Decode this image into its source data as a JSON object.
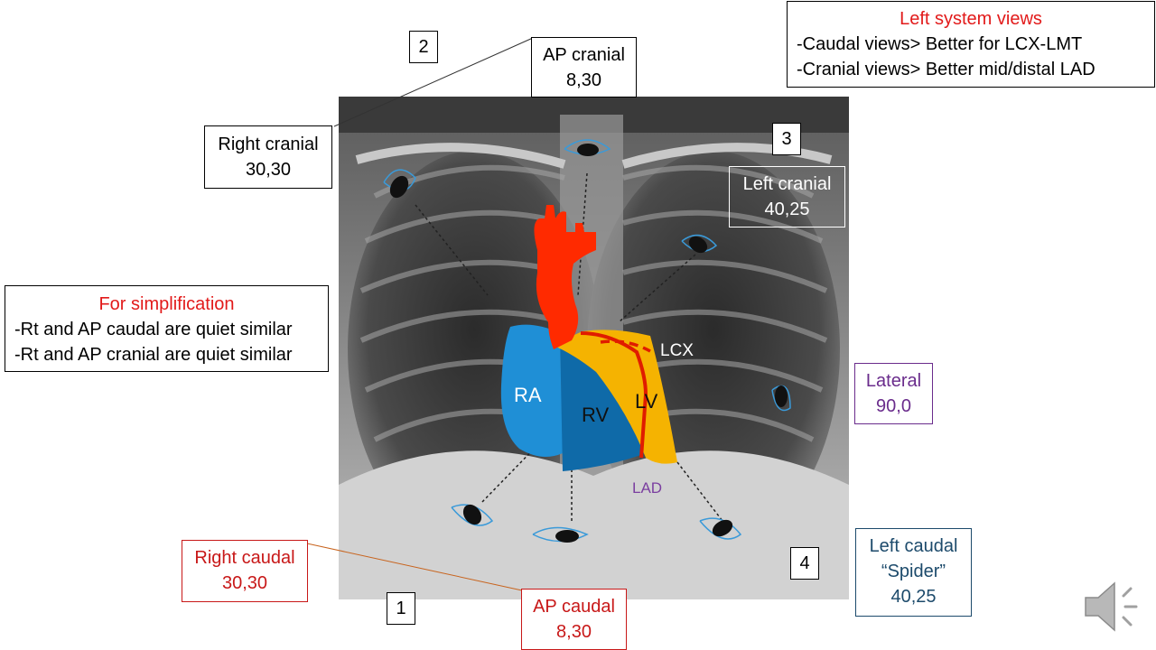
{
  "labels": {
    "ap_cranial": {
      "name": "AP cranial",
      "angles": "8,30"
    },
    "right_cranial": {
      "name": "Right cranial",
      "angles": "30,30"
    },
    "left_cranial": {
      "name": "Left cranial",
      "angles": "40,25"
    },
    "lateral": {
      "name": "Lateral",
      "angles": "90,0"
    },
    "right_caudal": {
      "name": "Right caudal",
      "angles": "30,30"
    },
    "ap_caudal": {
      "name": "AP caudal",
      "angles": "8,30"
    },
    "left_caudal": {
      "name": "Left caudal",
      "nickname": "“Spider”",
      "angles": "40,25"
    }
  },
  "numbers": {
    "n1": "1",
    "n2": "2",
    "n3": "3",
    "n4": "4"
  },
  "heart_labels": {
    "ra": "RA",
    "rv": "RV",
    "lv": "LV",
    "lcx": "LCX",
    "lad": "LAD"
  },
  "left_system": {
    "title": "Left system views",
    "lines": [
      "-Caudal views> Better for LCX-LMT",
      "-Cranial views> Better mid/distal LAD"
    ]
  },
  "simplification": {
    "title": "For simplification",
    "lines": [
      "-Rt and AP caudal are quiet similar",
      "-Rt and AP cranial are quiet similar"
    ]
  },
  "colors": {
    "aorta": "#ff2a00",
    "ra": "#1f8fd6",
    "rv": "#0f6aa8",
    "lv": "#f5b301",
    "lad_label": "#7b3fa0",
    "lateral_box": "#6a2c8c",
    "left_caudal_box": "#1c4a6b",
    "red_text": "#e21a1a",
    "eye": "#3a9ad9"
  }
}
